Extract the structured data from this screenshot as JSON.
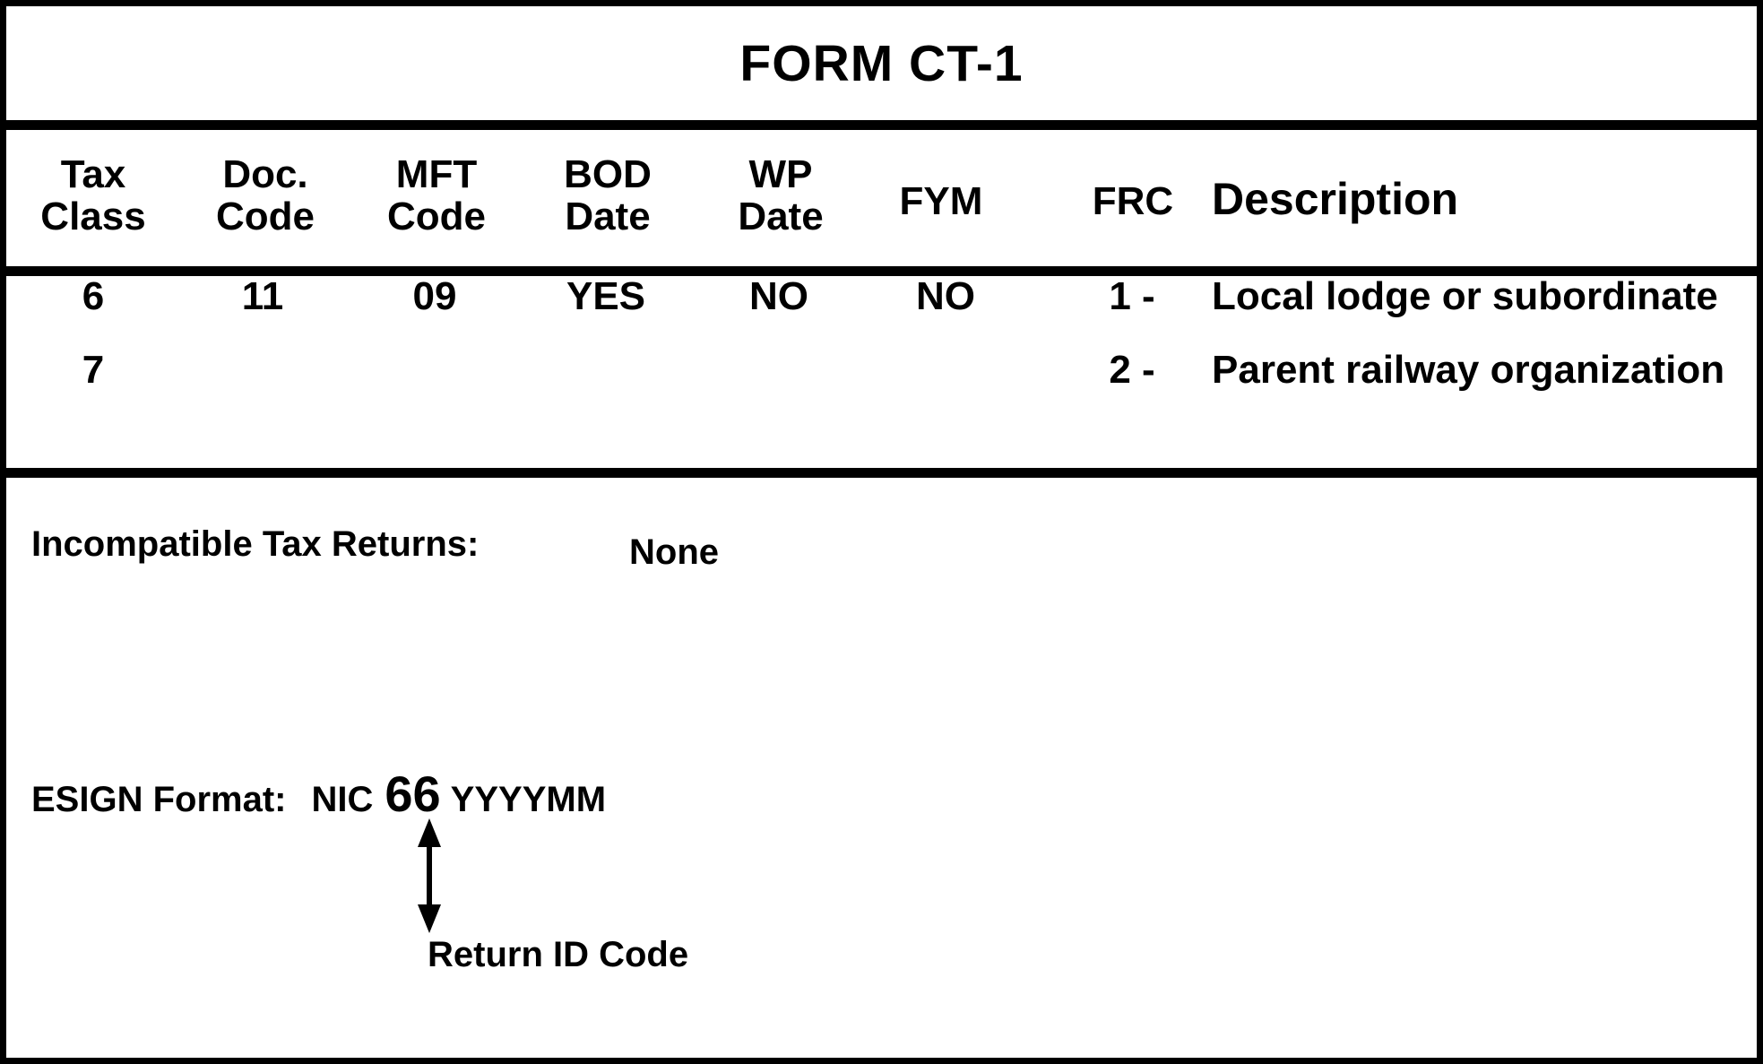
{
  "title": "FORM CT-1",
  "table": {
    "headers": {
      "tax_class": {
        "line1": "Tax",
        "line2": "Class"
      },
      "doc_code": {
        "line1": "Doc.",
        "line2": "Code"
      },
      "mft_code": {
        "line1": "MFT",
        "line2": "Code"
      },
      "bod_date": {
        "line1": "BOD",
        "line2": "Date"
      },
      "wp_date": {
        "line1": "WP",
        "line2": "Date"
      },
      "fym": "FYM",
      "frc": "FRC",
      "description": "Description"
    },
    "rows": [
      {
        "tax_class": "6",
        "doc_code": "11",
        "mft_code": "09",
        "bod_date": "YES",
        "wp_date": "NO",
        "fym": "NO",
        "frc": "1 -",
        "description": "Local lodge or subordinate"
      },
      {
        "tax_class": "7",
        "frc": "2 -",
        "description": "Parent railway organization"
      }
    ]
  },
  "incompatible": {
    "label": "Incompatible Tax Returns:",
    "value": "None"
  },
  "esign": {
    "label": "ESIGN Format:",
    "prefix": "NIC",
    "code": "66",
    "suffix": "YYYYMM",
    "annotation": "Return ID Code"
  },
  "icons": {
    "return_id_arrow": "double-headed-vertical-arrow"
  },
  "colors": {
    "ink": "#000000",
    "paper": "#ffffff"
  }
}
